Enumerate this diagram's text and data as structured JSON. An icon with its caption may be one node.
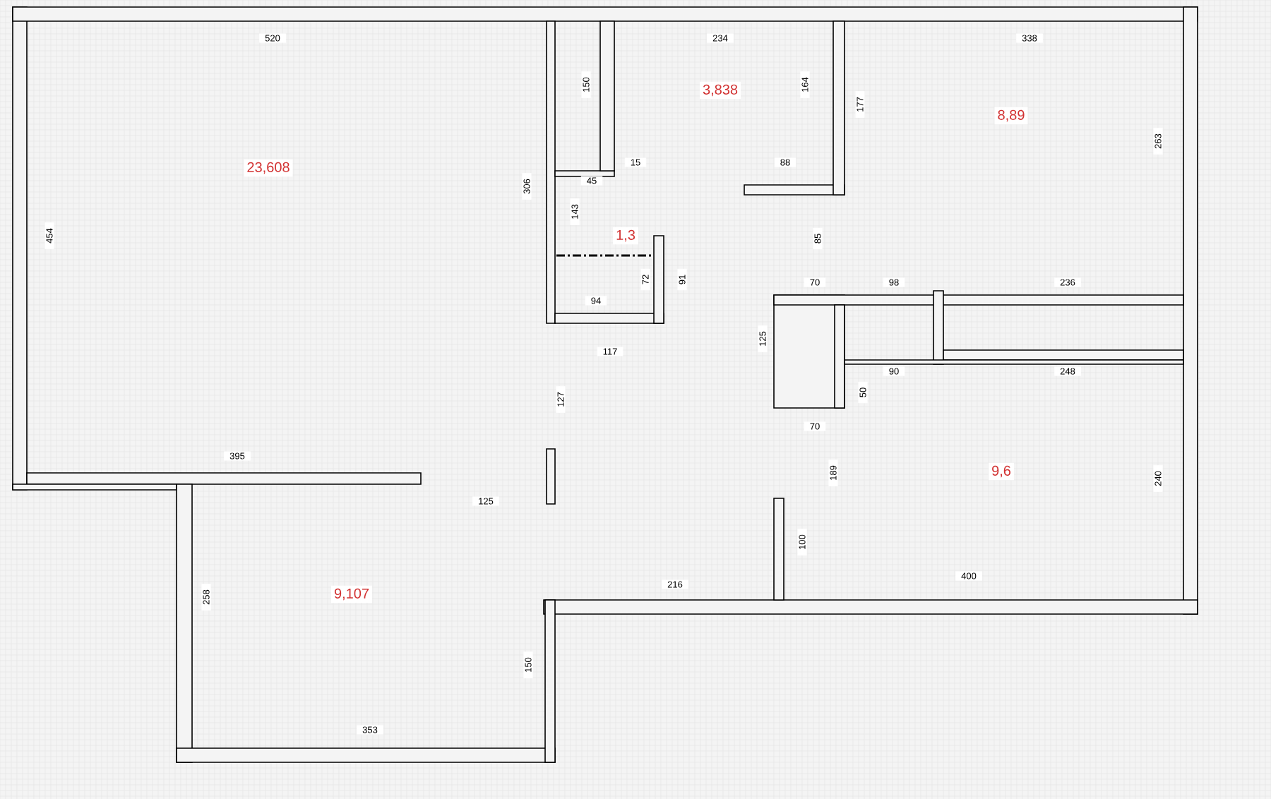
{
  "diagram": {
    "labels": [
      "520",
      "234",
      "338",
      "150",
      "3,838",
      "164",
      "177",
      "8,89",
      "263",
      "23,608",
      "45",
      "15",
      "88",
      "306",
      "143",
      "454",
      "1,3",
      "85",
      "72",
      "91",
      "70",
      "98",
      "236",
      "94",
      "125",
      "117",
      "90",
      "248",
      "50",
      "127",
      "70",
      "395",
      "189",
      "9,6",
      "240",
      "125",
      "100",
      "400",
      "258",
      "9,107",
      "216",
      "150",
      "353"
    ]
  }
}
